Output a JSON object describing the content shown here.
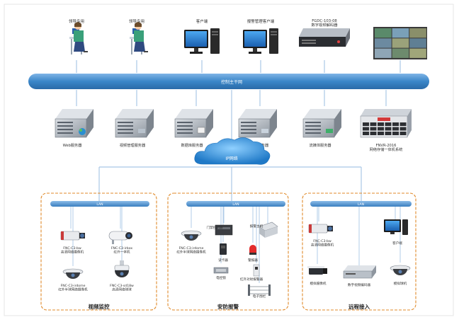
{
  "top_nodes": [
    {
      "id": "leader-station-1",
      "label": "领导专用",
      "icon": "operator-workstation-icon"
    },
    {
      "id": "leader-station-2",
      "label": "领导专用",
      "icon": "operator-workstation-icon"
    },
    {
      "id": "client",
      "label": "客户端",
      "icon": "desktop-pc-icon"
    },
    {
      "id": "alarm-client",
      "label": "报警管理客户端",
      "icon": "desktop-pc-icon"
    },
    {
      "id": "video-decoder",
      "label": "FGDC-103-08\n数字视频解码器",
      "icon": "rack-decoder-icon"
    },
    {
      "id": "video-wall",
      "label": "",
      "icon": "video-wall-icon"
    }
  ],
  "backbone": {
    "label": "控制主干网"
  },
  "servers": [
    {
      "id": "web-server",
      "label": "Web服务器"
    },
    {
      "id": "video-mgmt-server",
      "label": "视频管理服务器"
    },
    {
      "id": "db-server",
      "label": "数据库服务器"
    },
    {
      "id": "analytics-server",
      "label": "智能分析服务器"
    },
    {
      "id": "stream-server",
      "label": "流媒体服务器"
    },
    {
      "id": "nvr",
      "label": "FNVR-2016\n网络存储一体机系统"
    }
  ],
  "ip_cloud": {
    "label": "IP网络"
  },
  "groups": [
    {
      "id": "video-surveillance",
      "title": "视频监控",
      "lan_label": "LAN",
      "devices": [
        {
          "id": "fnc-c3-bw",
          "label": "FNC-C3-bw\n高清网络摄像机",
          "icon": "box-camera-icon"
        },
        {
          "id": "fnc-c3-irbox",
          "label": "FNC-C3-irbox\n红外一体机",
          "icon": "bullet-camera-icon"
        },
        {
          "id": "fnc-c3-irdome",
          "label": "FNC-C3-irdome\n红外半球网络摄像机",
          "icon": "dome-camera-icon"
        },
        {
          "id": "fnc-c3-sd18w",
          "label": "FNC-C3-sd18w\n高清网络球球",
          "icon": "speed-dome-icon"
        }
      ]
    },
    {
      "id": "security-alarm",
      "title": "安防报警",
      "lan_label": "LAN",
      "devices": [
        {
          "id": "irdome-2",
          "label": "FNC-C3-irdome\n红外半球网络摄像机",
          "icon": "dome-camera-icon"
        },
        {
          "id": "access-controller",
          "label": "门禁控制器",
          "icon": "controller-box-icon"
        },
        {
          "id": "alarm-host",
          "label": "报警主机",
          "icon": "alarm-panel-icon"
        },
        {
          "id": "card-reader",
          "label": "读卡器",
          "icon": "card-reader-icon"
        },
        {
          "id": "strobe-siren",
          "label": "警报器",
          "icon": "siren-icon"
        },
        {
          "id": "electric-lock",
          "label": "电控锁",
          "icon": "lock-icon"
        },
        {
          "id": "ir-beam",
          "label": "红外对射报警器",
          "icon": "ir-beam-icon"
        },
        {
          "id": "electronic-fence",
          "label": "电子围栏",
          "icon": "fence-icon"
        }
      ]
    },
    {
      "id": "remote-access",
      "title": "远程接入",
      "lan_label": "LAN",
      "devices": [
        {
          "id": "fnc-c3-bw-2",
          "label": "FNC-C3-bw\n高清网络摄像机",
          "icon": "box-camera-icon"
        },
        {
          "id": "remote-client",
          "label": "客户端",
          "icon": "desktop-pc-icon"
        },
        {
          "id": "analog-camera",
          "label": "模拟摄像机",
          "icon": "analog-camera-icon"
        },
        {
          "id": "digital-encoder",
          "label": "数字视频编码器",
          "icon": "encoder-icon"
        },
        {
          "id": "analog-dome",
          "label": "模拟球机",
          "icon": "dome-camera-icon"
        }
      ]
    }
  ],
  "colors": {
    "backbone": "#3a86c8",
    "cloud": "#2f8fd9",
    "lan": "#3a86c8",
    "group_border": "#e08a2a",
    "line": "#a9c7e6"
  }
}
